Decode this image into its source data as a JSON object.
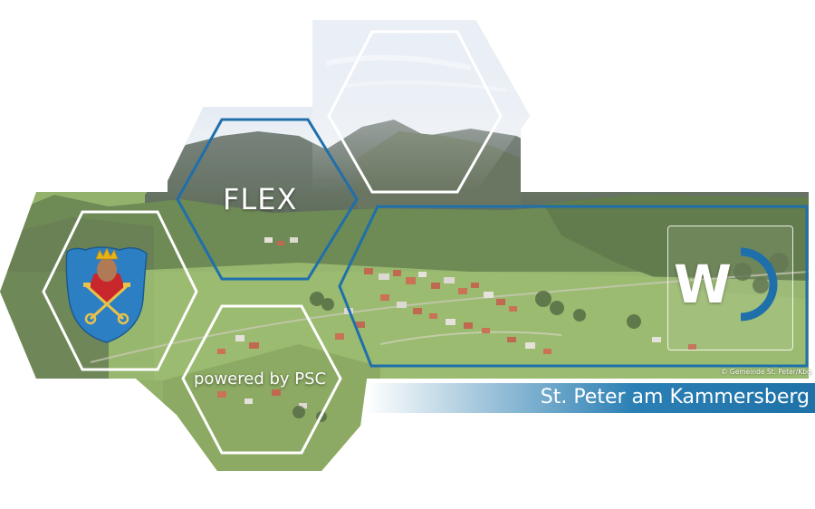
{
  "banner": {
    "flex_title": "FLEX",
    "powered_by": "powered by PSC",
    "place_name": "St. Peter am Kammersberg",
    "photo_credit": "© Gemeinde St. Peter/Kbg.",
    "logo_letter": "W"
  },
  "colors": {
    "accent_blue": "#1f6fab",
    "bar_blue": "#2a7fb4",
    "crest_blue": "#2d7fc4",
    "crest_red": "#c8282c",
    "crest_gold": "#e8b318",
    "hex_outline": "#ffffff"
  },
  "icons": {
    "coat_of_arms": "coat-of-arms-icon",
    "wd_logo": "wd-logo-icon"
  }
}
